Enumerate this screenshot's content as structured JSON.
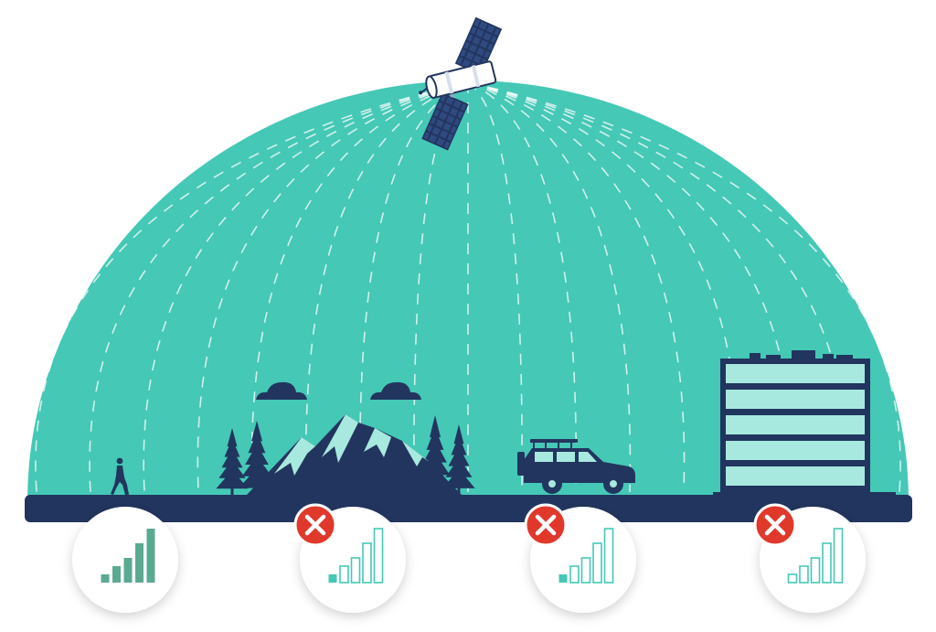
{
  "colors": {
    "dome": "#45c8b6",
    "ground": "#22355e",
    "navy": "#22355e",
    "building_window": "#a8e9df",
    "signal_active": "#5aaa92",
    "signal_outline": "#45c8b6",
    "badge_red": "#e0392b",
    "badge_white": "#ffffff"
  },
  "icons": {
    "satellite": "satellite-icon",
    "person": "walking-person-icon",
    "mountains": "mountain-icon",
    "trees": "pine-tree-icon",
    "clouds": "cloud-icon",
    "vehicle": "suv-icon",
    "building": "building-icon",
    "error_badge": "x-badge-icon"
  },
  "signal_indicators": [
    {
      "location": "open-field",
      "bars_total": 5,
      "bars_filled": 5,
      "blocked": false
    },
    {
      "location": "mountains",
      "bars_total": 5,
      "bars_filled": 1,
      "blocked": true
    },
    {
      "location": "vehicle",
      "bars_total": 5,
      "bars_filled": 1,
      "blocked": true
    },
    {
      "location": "building",
      "bars_total": 5,
      "bars_filled": 0,
      "blocked": true
    }
  ]
}
